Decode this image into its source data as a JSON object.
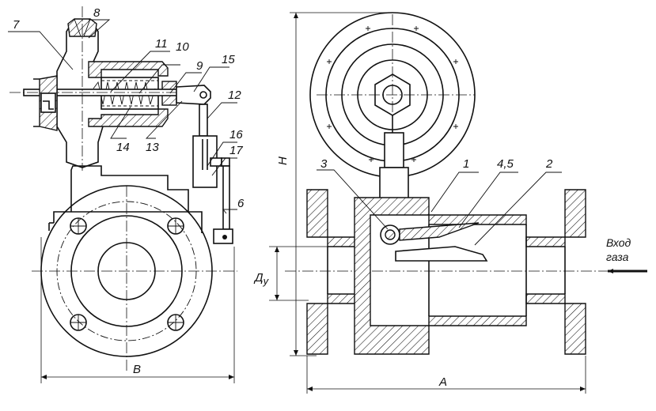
{
  "labels": {
    "n1": "1",
    "n2": "2",
    "n3": "3",
    "n45": "4,5",
    "n6": "6",
    "n7": "7",
    "n8": "8",
    "n9": "9",
    "n10": "10",
    "n11": "11",
    "n12": "12",
    "n13": "13",
    "n14": "14",
    "n15": "15",
    "n16": "16",
    "n17": "17"
  },
  "dimensions": {
    "A": "A",
    "B": "B",
    "H": "H",
    "Du_main": "Д",
    "Du_sub": "у"
  },
  "inlet": {
    "line1": "Вход",
    "line2": "газа"
  }
}
